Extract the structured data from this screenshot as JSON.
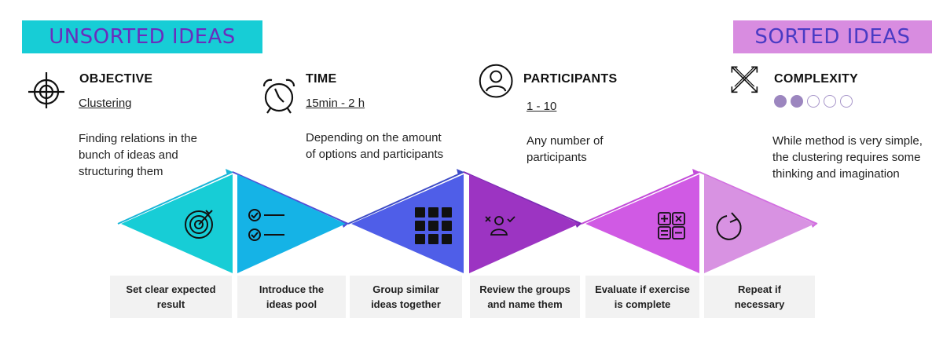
{
  "banners": {
    "unsorted": "UNSORTED IDEAS",
    "sorted": "SORTED IDEAS"
  },
  "info": {
    "objective": {
      "title": "OBJECTIVE",
      "value": "Clustering",
      "description": "Finding relations in the bunch of ideas and structuring them",
      "icon": "target-crosshair-icon"
    },
    "time": {
      "title": "TIME",
      "value": "15min - 2 h",
      "description": "Depending on the amount of options and participants",
      "icon": "alarm-clock-icon"
    },
    "participants": {
      "title": "PARTICIPANTS",
      "value": "1 - 10",
      "description": "Any number of participants",
      "icon": "person-icon"
    },
    "complexity": {
      "title": "COMPLEXITY",
      "level": 2,
      "max": 5,
      "description": "While method is very simple, the clustering requires some thinking and imagination",
      "icon": "crossing-arrows-icon"
    }
  },
  "steps": [
    {
      "label": "Set clear expected result",
      "icon": "target-icon",
      "color": "#17cdd6"
    },
    {
      "label": "Introduce the ideas pool",
      "icon": "checklist-icon",
      "color": "#15b3e6"
    },
    {
      "label": "Group similar ideas together",
      "icon": "grid-icon",
      "color": "#4f5ee8"
    },
    {
      "label": "Review the groups and name them",
      "icon": "review-person-icon",
      "color": "#9c34c2"
    },
    {
      "label": "Evaluate if exercise is complete",
      "icon": "calculator-icon",
      "color": "#d05ae4"
    },
    {
      "label": "Repeat if necessary",
      "icon": "repeat-icon",
      "color": "#d892e2"
    }
  ]
}
